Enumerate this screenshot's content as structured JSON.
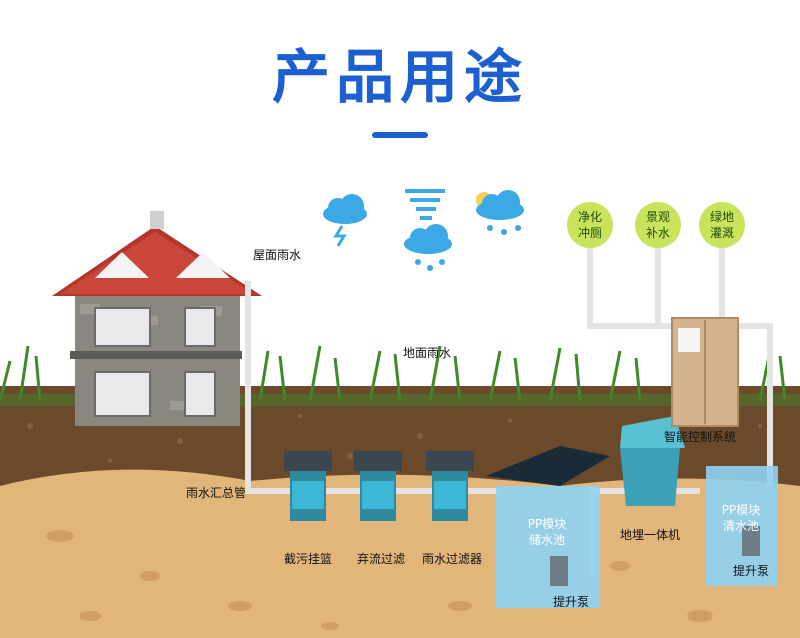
{
  "title": "产品用途",
  "labels": {
    "roof_rain": "屋面雨水",
    "ground_rain": "地面雨水",
    "collector_pipe": "雨水汇总管",
    "dirt_basket": "截污挂篮",
    "diversion_filter": "弃流过滤",
    "rain_filter": "雨水过滤器",
    "pp_storage_l1": "PP模块",
    "pp_storage_l2": "储水池",
    "pp_clear_l1": "PP模块",
    "pp_clear_l2": "清水池",
    "pump_1": "提升泵",
    "pump_2": "提升泵",
    "buried_unit": "地埋一体机",
    "control_system": "智能控制系统"
  },
  "uses": [
    {
      "l1": "净化",
      "l2": "冲厕"
    },
    {
      "l1": "景观",
      "l2": "补水"
    },
    {
      "l1": "绿地",
      "l2": "灌溉"
    }
  ],
  "colors": {
    "title": "#1c5fd0",
    "pipe": "#e4e4e4",
    "bubble": "#c9e45a",
    "water": "#8fd3f2",
    "cloud": "#3aa9e6"
  },
  "icons": [
    "cloud-rain-icon",
    "cloud-lightning-icon",
    "tornado-icon",
    "cloud-sun-rain-icon"
  ]
}
